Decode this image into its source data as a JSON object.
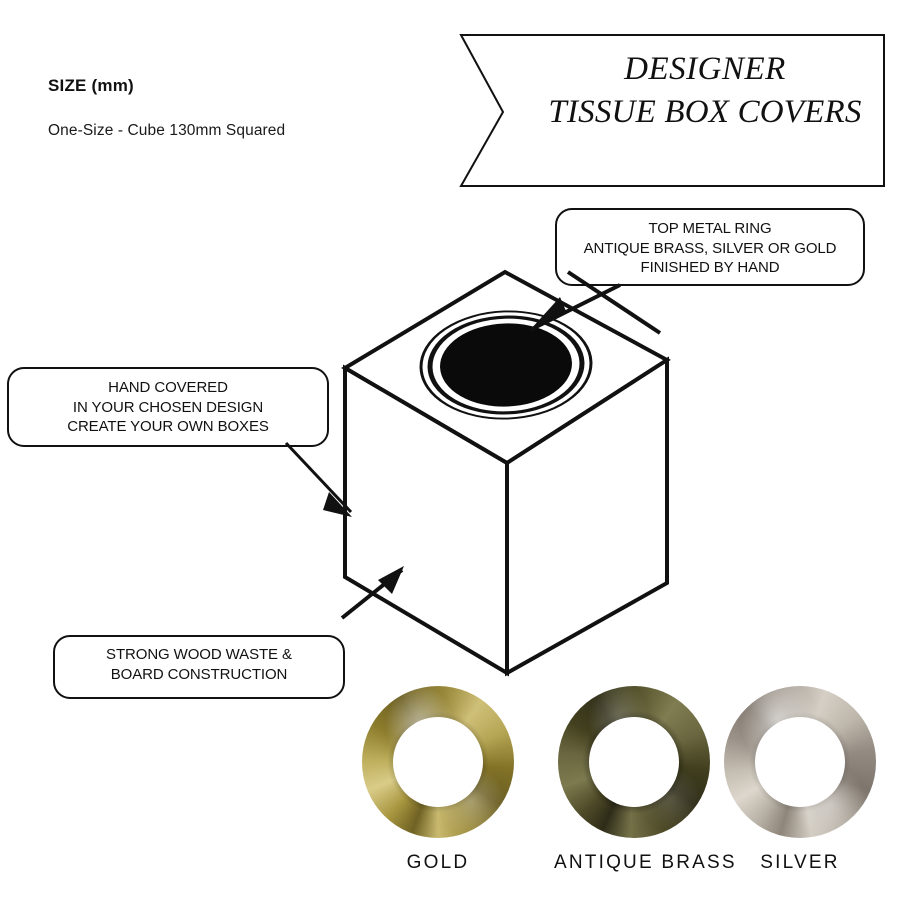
{
  "banner": {
    "line1": "DESIGNER",
    "line2": "TISSUE BOX COVERS"
  },
  "size": {
    "title": "SIZE",
    "title_unit": "(mm)",
    "value": "One-Size - Cube 130mm Squared"
  },
  "callouts": {
    "top": {
      "line1": "TOP METAL RING",
      "line2": "ANTIQUE BRASS, SILVER OR GOLD",
      "line3": "FINISHED BY HAND"
    },
    "left": {
      "line1": "HAND COVERED",
      "line2": "IN YOUR CHOSEN DESIGN",
      "line3": "CREATE YOUR OWN BOXES"
    },
    "bottom": {
      "line1": "STRONG WOOD WASTE &",
      "line2": "BOARD CONSTRUCTION"
    }
  },
  "product": {
    "shape_name": "isometric-cube",
    "opening_name": "top-ring-opening"
  },
  "finishes": [
    {
      "id": "gold",
      "label": "GOLD",
      "color": "#a8963f"
    },
    {
      "id": "antique-brass",
      "label": "ANTIQUE BRASS",
      "color": "#56542c"
    },
    {
      "id": "silver",
      "label": "SILVER",
      "color": "#b8b1a6"
    }
  ],
  "style": {
    "line_color": "#111111",
    "background": "#ffffff"
  }
}
